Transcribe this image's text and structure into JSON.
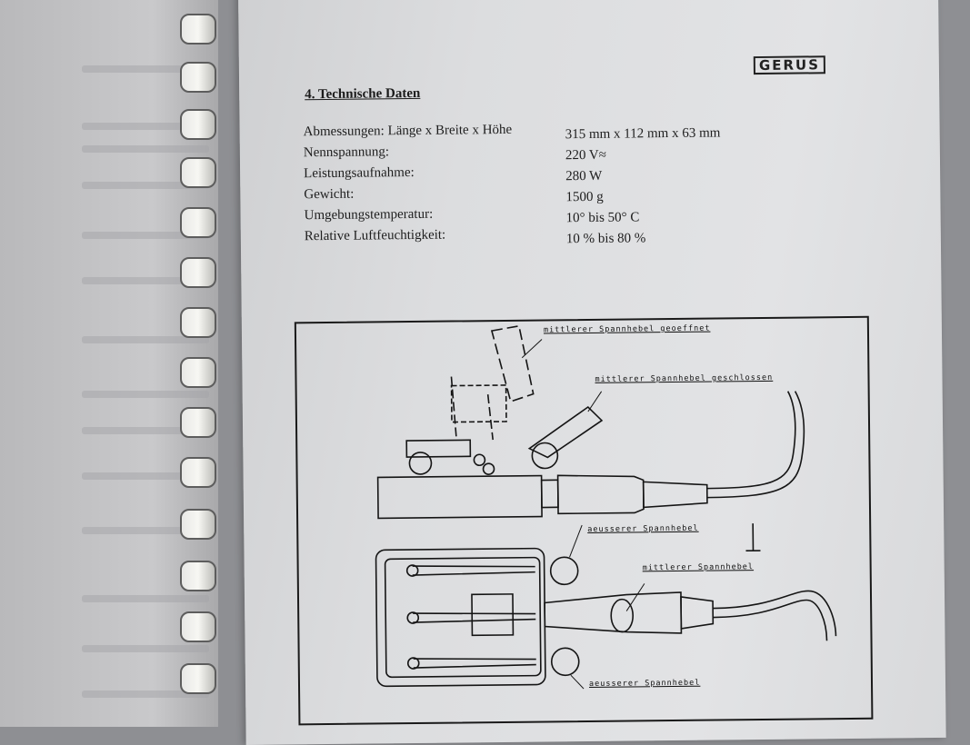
{
  "header": {
    "logo": "GERUS"
  },
  "section": {
    "title": "4. Technische Daten"
  },
  "specs": [
    {
      "label": "Abmessungen: Länge x Breite x Höhe",
      "value": "315 mm x 112 mm x 63 mm"
    },
    {
      "label": "Nennspannung:",
      "value": "220 V≈"
    },
    {
      "label": "Leistungsaufnahme:",
      "value": "280 W"
    },
    {
      "label": "Gewicht:",
      "value": "1500 g"
    },
    {
      "label": "Umgebungstemperatur:",
      "value": "10° bis 50° C"
    },
    {
      "label": "Relative Luftfeuchtigkeit:",
      "value": "10 % bis 80 %"
    }
  ],
  "diagram": {
    "labels": {
      "middle_open": "mittlerer Spannhebel geoeffnet",
      "middle_closed": "mittlerer Spannhebel geschlossen",
      "outer_top": "aeusserer Spannhebel",
      "middle": "mittlerer Spannhebel",
      "outer_bottom": "aeusserer Spannhebel"
    }
  }
}
